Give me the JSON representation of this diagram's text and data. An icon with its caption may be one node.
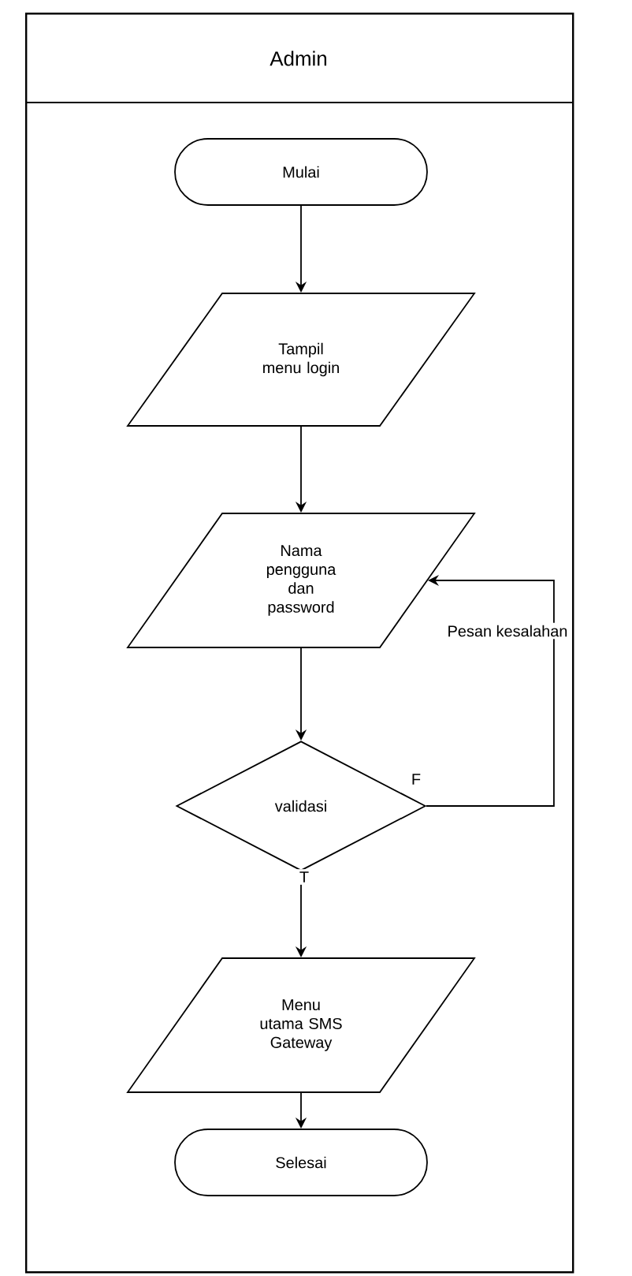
{
  "diagram": {
    "nodes": [
      {
        "text": [
          "Admin"
        ]
      },
      {
        "text": [
          "Mulai"
        ],
        "in": 0
      },
      {
        "text": [
          "Tampil menu login"
        ],
        "in": 0
      },
      {
        "text": [
          "Nama pengguna dan password"
        ],
        "in": 0
      },
      {
        "text": [
          "validasi"
        ],
        "in": 0
      },
      {
        "text": [
          "Menu utama SMS Gateway"
        ],
        "in": 0
      },
      {
        "text": [
          "Selesai"
        ],
        "in": 0
      }
    ],
    "edges": [
      {
        "from": 1,
        "to": 2,
        "arrow": "to"
      },
      {
        "from": 2,
        "to": 3,
        "arrow": "to"
      },
      {
        "from": 3,
        "to": 4,
        "arrow": "to"
      },
      {
        "from": 4,
        "to": 3,
        "arrow": "to",
        "label": "Pesan kesalahan"
      },
      {
        "from": 4,
        "to": 5,
        "arrow": "to",
        "label": "T"
      },
      {
        "from": 5,
        "to": 6,
        "arrow": "to"
      }
    ],
    "labels": [
      "F"
    ]
  }
}
